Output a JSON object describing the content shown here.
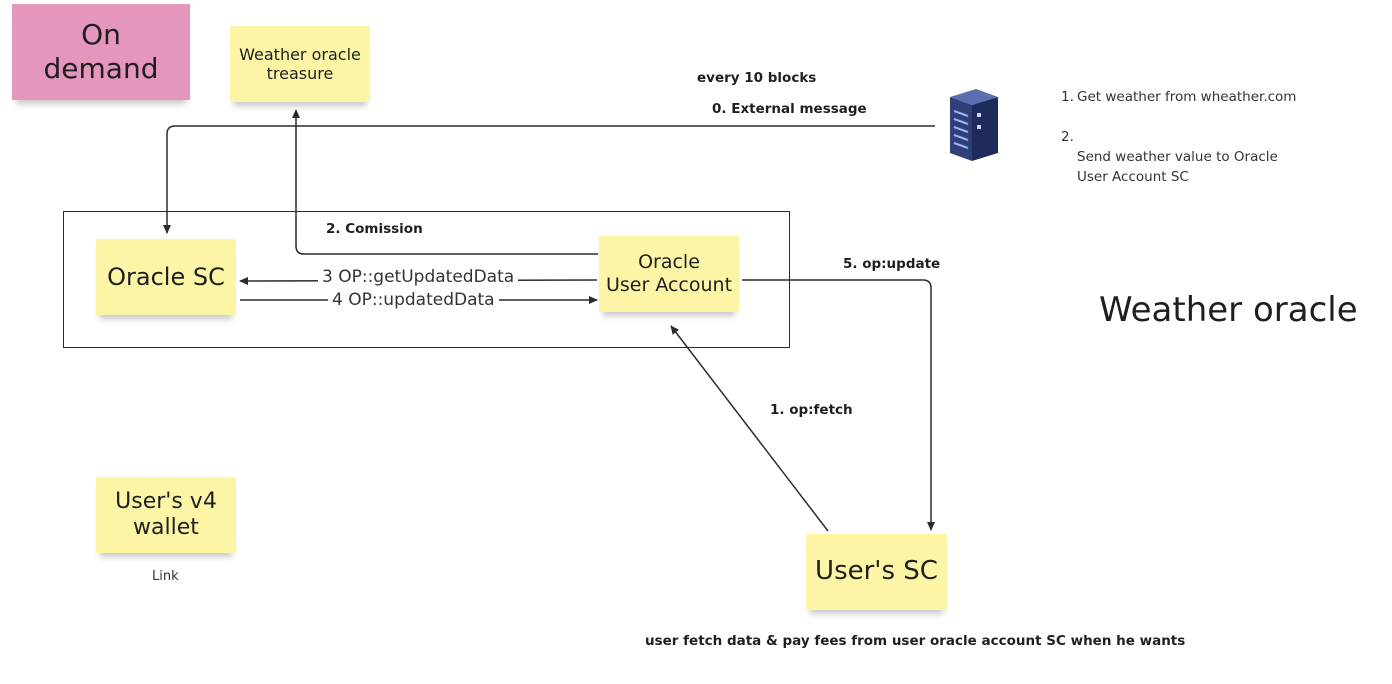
{
  "stickies": {
    "on_demand": "On\ndemand",
    "weather_treasure": "Weather oracle\ntreasure",
    "oracle_sc": "Oracle SC",
    "oracle_user_account": "Oracle\nUser Account",
    "users_v4_wallet": "User's v4\nwallet",
    "users_sc": "User's SC"
  },
  "labels": {
    "every_10_blocks": "every 10 blocks",
    "external_message": "0. External message",
    "comission": "2. Comission",
    "op_update": "5. op:update",
    "op_fetch": "1. op:fetch",
    "get_updated_data": "3 OP::getUpdatedData",
    "updated_data": "4 OP::updatedData",
    "link": "Link",
    "footer_note": "user fetch data & pay fees from user oracle account SC when he wants",
    "title": "Weather oracle"
  },
  "server_notes": [
    {
      "num": "1.",
      "text": "Get weather from wheather.com"
    },
    {
      "num": "2.",
      "text": "Send weather value to Oracle\nUser Account SC"
    }
  ],
  "icons": {
    "server": "server-icon"
  },
  "colors": {
    "sticky_yellow": "#fdf5a6",
    "sticky_pink": "#e596bd",
    "server_blue": "#2f3f7a"
  }
}
